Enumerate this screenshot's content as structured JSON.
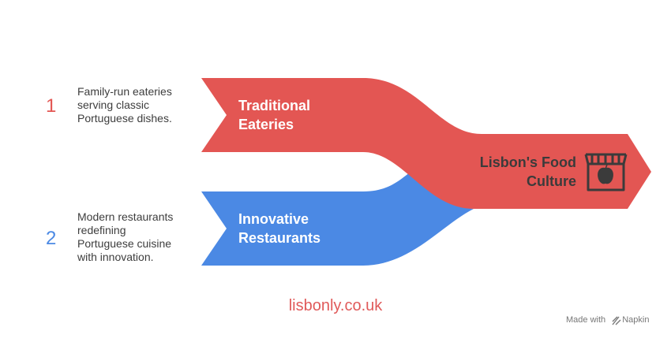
{
  "items": [
    {
      "number": "1",
      "title_line1": "Traditional",
      "title_line2": "Eateries",
      "description": [
        "Family-run eateries",
        "serving classic",
        "Portuguese dishes."
      ],
      "color": "#e35653"
    },
    {
      "number": "2",
      "title_line1": "Innovative",
      "title_line2": "Restaurants",
      "description": [
        "Modern restaurants",
        "redefining",
        "Portuguese cuisine",
        "with innovation."
      ],
      "color": "#4b89e4"
    }
  ],
  "merge": {
    "title_line1": "Lisbon's Food",
    "title_line2": "Culture",
    "icon": "store-apple-icon"
  },
  "footer": {
    "site": "lisbonly.co.uk",
    "credit": "Made with",
    "brand": "Napkin"
  }
}
